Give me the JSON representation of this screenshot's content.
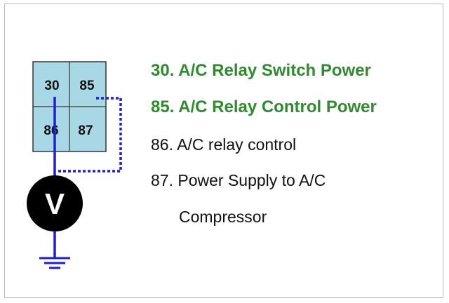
{
  "relay": {
    "pins": [
      "30",
      "85",
      "86",
      "87"
    ],
    "meter_symbol": "V",
    "box_color": "#a8d8e6",
    "wire_color": "#1b1fd6"
  },
  "legend": [
    {
      "text": "30. A/C Relay Switch Power",
      "color": "#2e8b2e",
      "bold": true
    },
    {
      "text": "85. A/C Relay Control Power",
      "color": "#2e8b2e",
      "bold": true
    },
    {
      "text": "86. A/C relay control",
      "color": "#111111",
      "bold": false
    },
    {
      "text": "87. Power Supply to A/C",
      "color": "#111111",
      "bold": false
    },
    {
      "text": "Compressor",
      "color": "#111111",
      "bold": false
    }
  ]
}
